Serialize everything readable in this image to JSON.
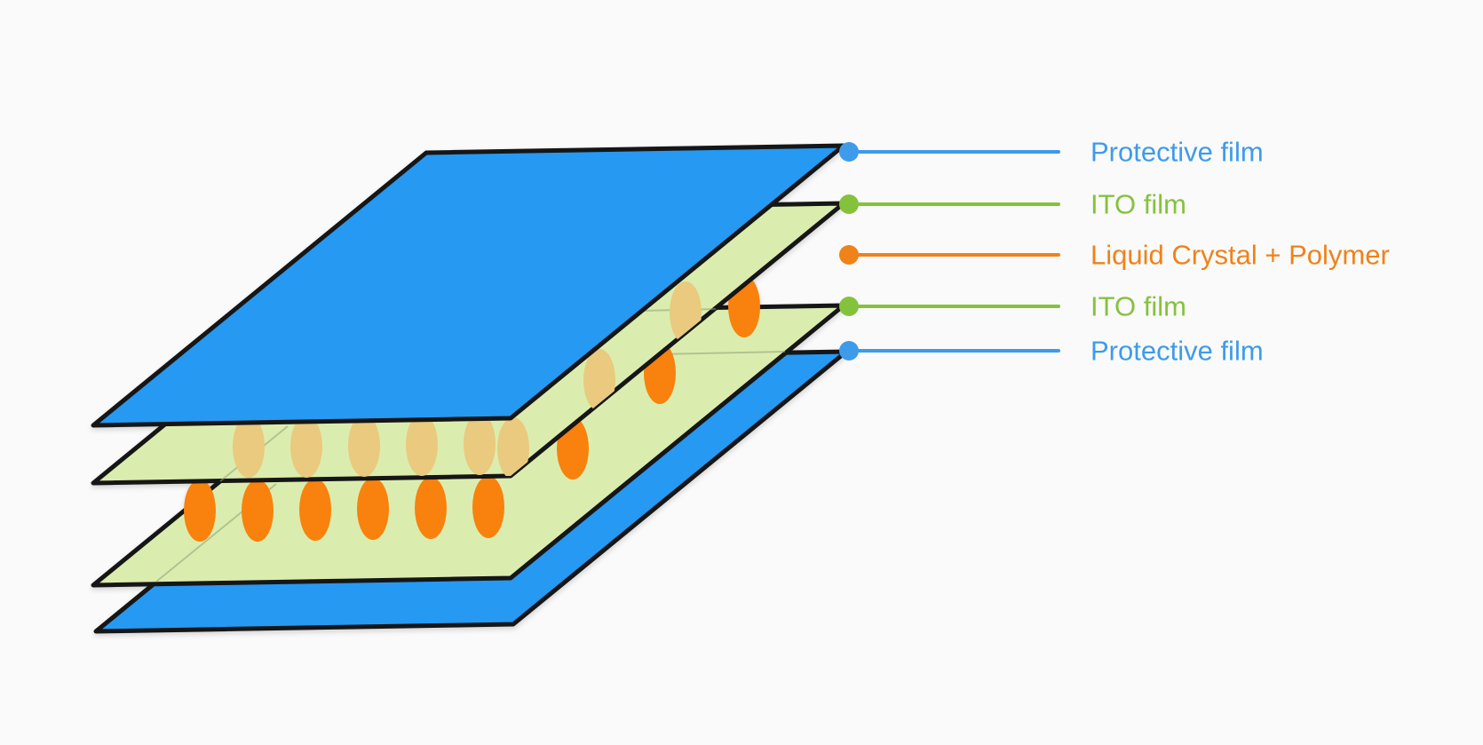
{
  "colors": {
    "background": "#fafafa",
    "layer_blue": "#2699f2",
    "layer_green": "#dbedae",
    "edge_black": "#161616",
    "droplet_orange": "#f8820a",
    "droplet_faded": "#e9ca7e",
    "hidden_edge_gray": "#8fa07c"
  },
  "layers": [
    {
      "name": "Protective film",
      "position": "top",
      "fill_key": "layer_blue"
    },
    {
      "name": "ITO film",
      "position": "upper",
      "fill_key": "layer_green"
    },
    {
      "name": "Liquid Crystal + Polymer",
      "position": "middle",
      "fill_key": "droplet_orange"
    },
    {
      "name": "ITO film",
      "position": "lower",
      "fill_key": "layer_green"
    },
    {
      "name": "Protective film",
      "position": "bottom",
      "fill_key": "layer_blue"
    }
  ],
  "legend": {
    "items": [
      {
        "label": "Protective film",
        "color": "#3e9bea"
      },
      {
        "label": "ITO film",
        "color": "#85c23c"
      },
      {
        "label": "Liquid Crystal + Polymer",
        "color": "#f0821a"
      },
      {
        "label": "ITO film",
        "color": "#85c23c"
      },
      {
        "label": "Protective film",
        "color": "#3e9bea"
      }
    ]
  },
  "droplets": {
    "bright": [
      [
        225,
        575
      ],
      [
        290,
        575
      ],
      [
        355,
        574
      ],
      [
        420,
        573
      ],
      [
        485,
        572
      ],
      [
        550,
        571
      ],
      [
        645,
        505
      ],
      [
        743,
        420
      ],
      [
        838,
        345
      ]
    ],
    "faded": [
      [
        280,
        503
      ],
      [
        345,
        503
      ],
      [
        410,
        502
      ],
      [
        475,
        501
      ],
      [
        540,
        500
      ],
      [
        578,
        505
      ],
      [
        675,
        428
      ],
      [
        772,
        352
      ]
    ]
  }
}
